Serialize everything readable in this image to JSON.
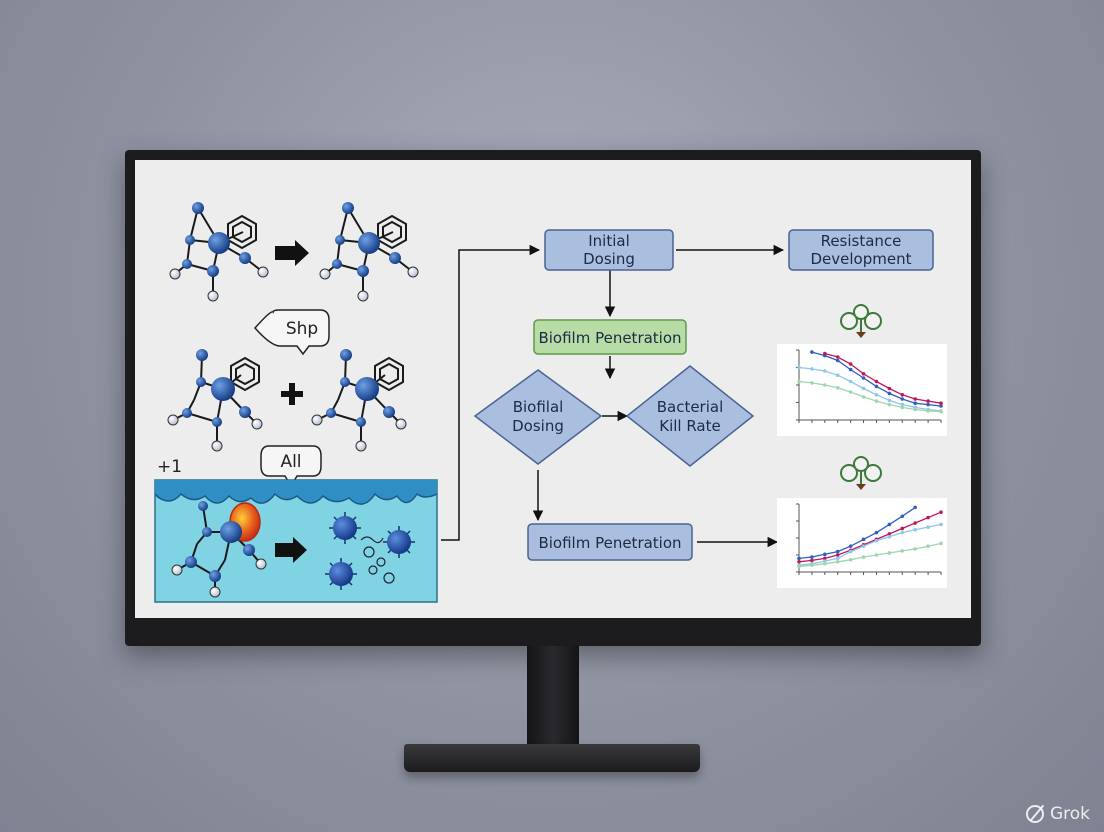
{
  "diagram": {
    "bubbles": {
      "top": "Shp",
      "bottom": "All"
    },
    "corner_label": "+1",
    "nodes": {
      "initial_dosing": [
        "Initial",
        "Dosing"
      ],
      "resistance_development": [
        "Resistance",
        "Development"
      ],
      "biofilm_penetration_top": "Biofilm Penetration",
      "biofilal_dosing": [
        "Biofilal",
        "Dosing"
      ],
      "bacterial_kill_rate": [
        "Bacterial",
        "Kill Rate"
      ],
      "biofilm_penetration_bottom": "Biofilm Penetration"
    },
    "operators": {
      "reaction_arrow": "→",
      "plus": "+"
    }
  },
  "colors": {
    "screen_bg": "#ededed",
    "node_blue_fill": "#aabfe0",
    "node_blue_stroke": "#4a6391",
    "node_green_fill": "#b8dca6",
    "node_green_stroke": "#5f9a4c",
    "atom_blue": "#1f5aa6",
    "biofilm_cyan": "#7fd0e0",
    "bacteria_blue": "#2d5fb8",
    "series_red": "#c2185b",
    "series_blue": "#2f5fc0",
    "series_lightblue": "#8fc7e8",
    "series_green": "#9fd6b0"
  },
  "chart_data": [
    {
      "type": "line",
      "title": "",
      "xlabel": "",
      "ylabel": "",
      "x": [
        1,
        2,
        3,
        4,
        5,
        6,
        7,
        8,
        9,
        10,
        11,
        12
      ],
      "ylim": [
        0,
        100
      ],
      "grid": false,
      "series": [
        {
          "values": [
            null,
            97,
            92,
            85,
            72,
            60,
            48,
            38,
            30,
            24,
            22,
            20
          ]
        },
        {
          "values": [
            null,
            null,
            95,
            90,
            80,
            66,
            55,
            45,
            36,
            30,
            27,
            24
          ]
        },
        {
          "values": [
            75,
            73,
            70,
            64,
            55,
            45,
            36,
            28,
            22,
            18,
            15,
            13
          ]
        },
        {
          "values": [
            55,
            53,
            50,
            46,
            40,
            33,
            27,
            22,
            18,
            15,
            13,
            12
          ]
        }
      ]
    },
    {
      "type": "line",
      "title": "",
      "xlabel": "",
      "ylabel": "",
      "x": [
        1,
        2,
        3,
        4,
        5,
        6,
        7,
        8,
        9,
        10,
        11,
        12
      ],
      "ylim": [
        0,
        100
      ],
      "grid": false,
      "series": [
        {
          "values": [
            20,
            22,
            26,
            30,
            38,
            48,
            58,
            70,
            82,
            95,
            null,
            null
          ]
        },
        {
          "values": [
            15,
            17,
            20,
            25,
            32,
            40,
            48,
            56,
            64,
            72,
            80,
            88
          ]
        },
        {
          "values": [
            10,
            12,
            16,
            20,
            30,
            38,
            46,
            52,
            58,
            62,
            66,
            70
          ]
        },
        {
          "values": [
            8,
            10,
            12,
            15,
            18,
            22,
            25,
            28,
            31,
            34,
            38,
            42
          ]
        }
      ]
    }
  ]
}
